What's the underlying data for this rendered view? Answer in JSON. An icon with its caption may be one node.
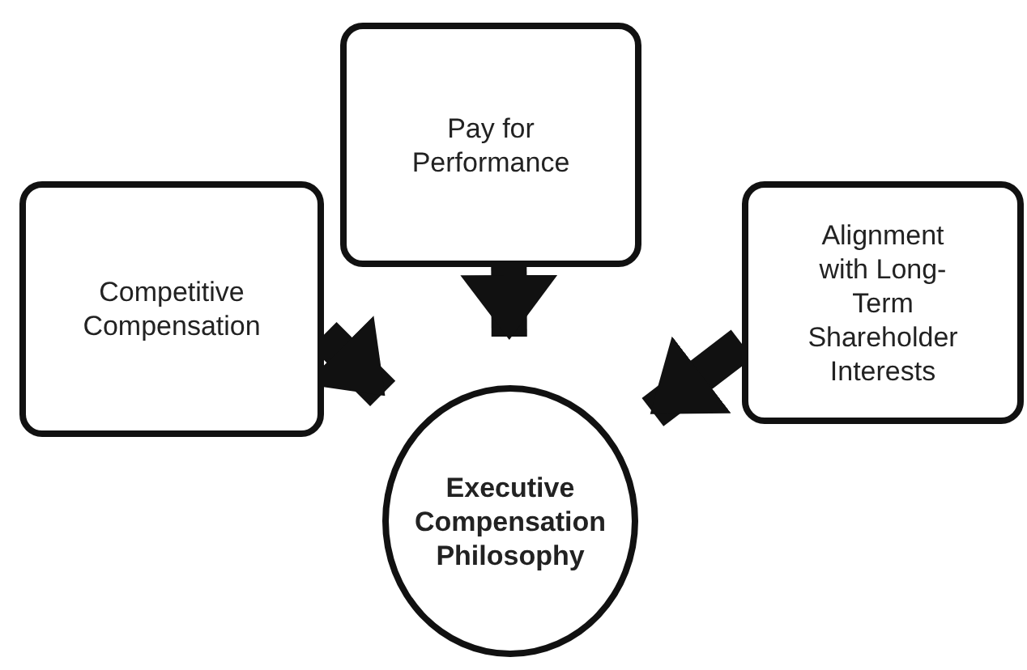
{
  "diagram": {
    "nodes": [
      {
        "text": [
          "Competitive Compensation"
        ]
      },
      {
        "text": [
          "Pay for Performance"
        ]
      },
      {
        "text": [
          "Alignment with Long-Term Shareholder Interests"
        ]
      },
      {
        "text": [
          "Executive Compensation Philosophy"
        ]
      }
    ],
    "edges": [
      {
        "from": 0,
        "to": 3,
        "arrow": "to"
      },
      {
        "from": 1,
        "to": 3,
        "arrow": "to"
      },
      {
        "from": 2,
        "to": 3,
        "arrow": "to"
      }
    ]
  }
}
